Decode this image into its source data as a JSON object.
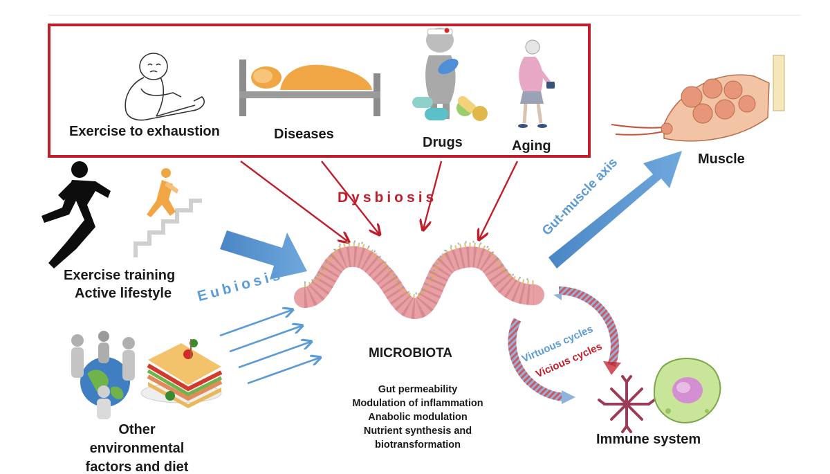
{
  "stressors": {
    "exercise_exhaustion": "Exercise to exhaustion",
    "diseases": "Diseases",
    "drugs": "Drugs",
    "aging": "Aging"
  },
  "dysbiosis_label": "Dysbiosis",
  "eubiosis_label": "Eubiosis",
  "exercise": {
    "line1": "Exercise training",
    "line2": "Active lifestyle"
  },
  "environment": {
    "line1": "Other",
    "line2": "environmental",
    "line3": "factors and diet"
  },
  "microbiota": {
    "title": "MICROBIOTA",
    "roles": [
      "Gut permeability",
      "Modulation of inflammation",
      "Anabolic modulation",
      "Nutrient synthesis and",
      "biotransformation"
    ]
  },
  "muscle_label": "Muscle",
  "axis_label": "Gut-muscle axis",
  "cycles": {
    "virtuous": "Virtuous cycles",
    "vicious": "Vicious cycles"
  },
  "immune_label": "Immune system",
  "colors": {
    "frame_red": "#c21d2b",
    "arrow_blue": "#5b9bd5",
    "gut_pink": "#e8a0a5",
    "bed_orange": "#f0a644"
  },
  "icons": [
    "exhausted-person-icon",
    "hospital-bed-icon",
    "pill-person-icon",
    "elderly-woman-icon",
    "runner-silhouette-icon",
    "stair-climber-icon",
    "globe-people-icon",
    "sandwich-icon",
    "muscle-fiber-icon",
    "gut-villi-icon",
    "dendritic-cell-icon",
    "macrophage-icon"
  ]
}
